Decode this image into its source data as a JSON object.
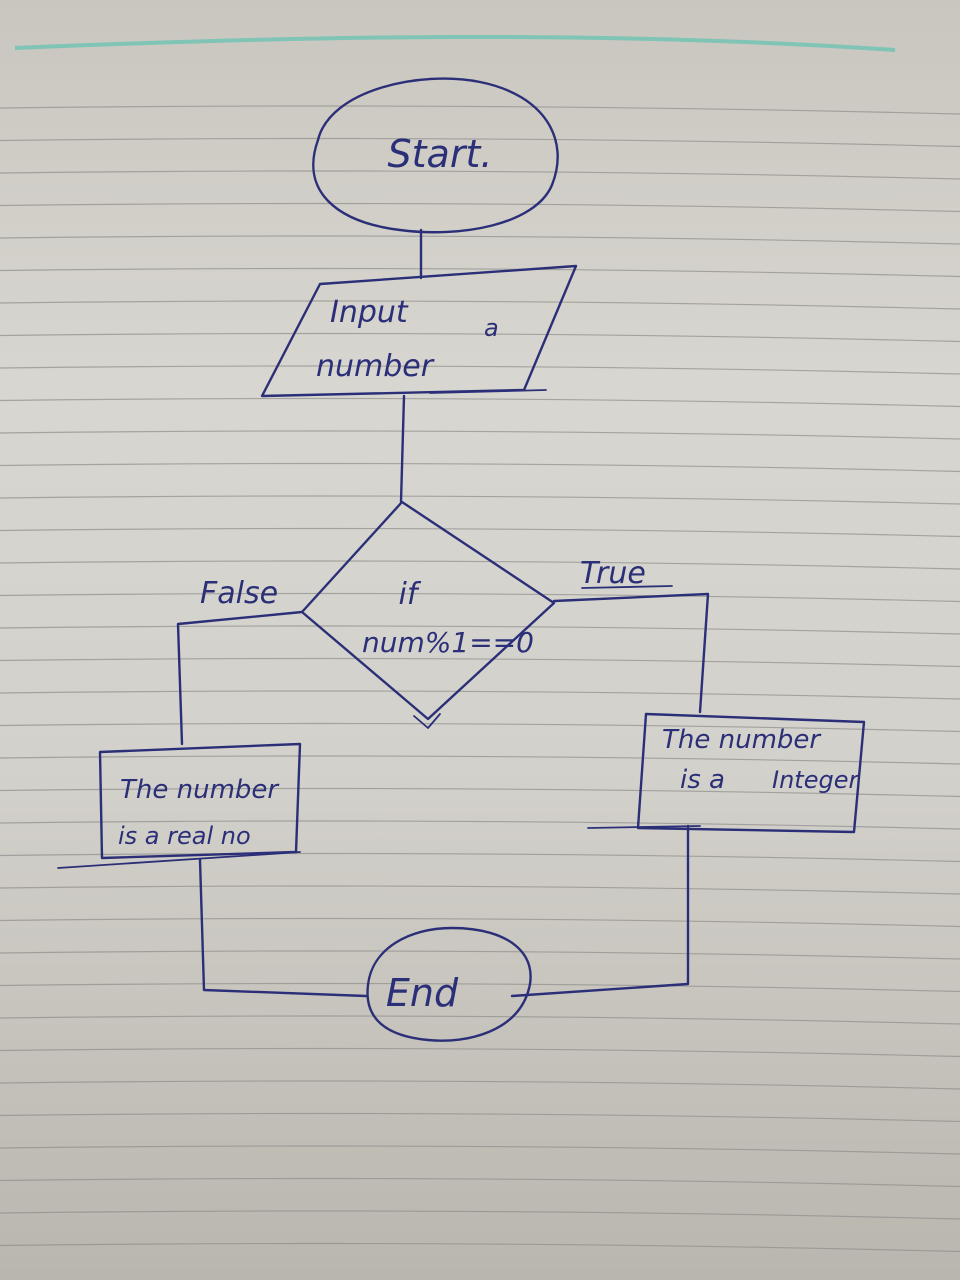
{
  "nodes": {
    "start": "Start.",
    "input_line1": "Input",
    "input_suffix": "a",
    "input_line2": "number",
    "decision_line1": "if",
    "decision_line2": "num%1==0",
    "false_output_line1": "The number",
    "false_output_line2": "is a real no",
    "true_output_line1": "The number",
    "true_output_line2_a": "is a",
    "true_output_line2_b": "Integer",
    "end": "End"
  },
  "edge_labels": {
    "false": "False",
    "true": "True"
  },
  "colors": {
    "ink": "#2b2f78",
    "paper": "#d6d4ce",
    "ruled_line": "#8e8d8a",
    "top_margin_line": "#7fc4b4"
  }
}
